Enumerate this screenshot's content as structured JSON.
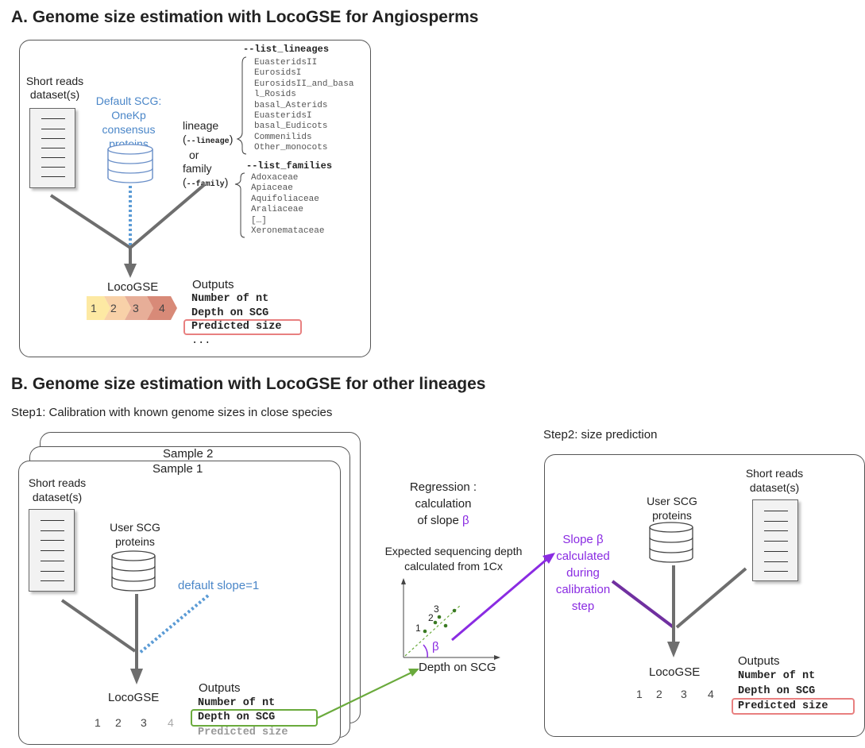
{
  "sectionA": {
    "title": "A. Genome size estimation with LocoGSE for Angiosperms",
    "short_reads": [
      "Short reads",
      "dataset(s)"
    ],
    "default_scg": [
      "Default SCG:",
      "OneKp",
      "consensus",
      "proteins"
    ],
    "lineage_label": [
      "lineage",
      "(--lineage)",
      "or",
      "family",
      "(--family)"
    ],
    "lineage_line1": "lineage",
    "lineage_opt": "--lineage",
    "or_word": "or",
    "family_word": "family",
    "family_opt": "--family",
    "list_lineages_head": "--list_lineages",
    "lineages": [
      "EuasteridsII",
      "EurosidsI",
      "EurosidsII_and_basa",
      "l_Rosids",
      "basal_Asterids",
      "EuasteridsI",
      "basal_Eudicots",
      "Commenilids",
      "Other_monocots"
    ],
    "list_families_head": "--list_families",
    "families": [
      "Adoxaceae",
      "Apiaceae",
      "Aquifoliaceae",
      "Araliaceae",
      "[…]",
      "Xeronemataceae"
    ],
    "locogse": "LocoGSE",
    "steps": [
      "1",
      "2",
      "3",
      "4"
    ],
    "outputs_title": "Outputs",
    "outputs": [
      "Number of nt",
      "Depth on SCG",
      "Predicted size",
      "..."
    ]
  },
  "sectionB": {
    "title": "B. Genome size estimation with LocoGSE for other lineages",
    "step1": "Step1: Calibration with known genome sizes in close species",
    "sample2": "Sample 2",
    "sample1": "Sample 1",
    "short_reads": [
      "Short reads",
      "dataset(s)"
    ],
    "user_scg": [
      "User SCG",
      "proteins"
    ],
    "default_slope": "default slope=1",
    "locogse": "LocoGSE",
    "steps": [
      "1",
      "2",
      "3",
      "4"
    ],
    "outputs_title": "Outputs",
    "outputs": [
      "Number of nt",
      "Depth on SCG",
      "Predicted size"
    ],
    "regression": [
      "Regression :",
      "calculation",
      "of slope β"
    ],
    "expected_depth": [
      "Expected sequencing depth",
      "calculated from 1Cx"
    ],
    "beta": "β",
    "points": [
      "1",
      "2",
      "3"
    ],
    "depth_axis": "Depth on SCG",
    "step2": "Step2: size prediction",
    "slope_text": [
      "Slope β",
      "calculated",
      "during",
      "calibration",
      "step"
    ],
    "user_scg2": [
      "User SCG",
      "proteins"
    ],
    "short_reads2": [
      "Short reads",
      "dataset(s)"
    ],
    "locogse2": "LocoGSE",
    "steps2": [
      "1",
      "2",
      "3",
      "4"
    ],
    "outputs2_title": "Outputs",
    "outputs2": [
      "Number of nt",
      "Depth on SCG",
      "Predicted size"
    ]
  },
  "colors": {
    "blue": "#4a86c8",
    "purple": "#8a2be2",
    "green": "#6aaa3c",
    "red_box": "#e88080",
    "step1": "#fde9a3",
    "step2": "#f8d1a8",
    "step3": "#e7ae98",
    "step4": "#d88a78",
    "step4_faded": "#e6e6e6",
    "arrow_gray": "#6e6e6e"
  },
  "icons": [
    "document-icon",
    "database-icon",
    "arrow-icon",
    "chevron-step-icon"
  ]
}
